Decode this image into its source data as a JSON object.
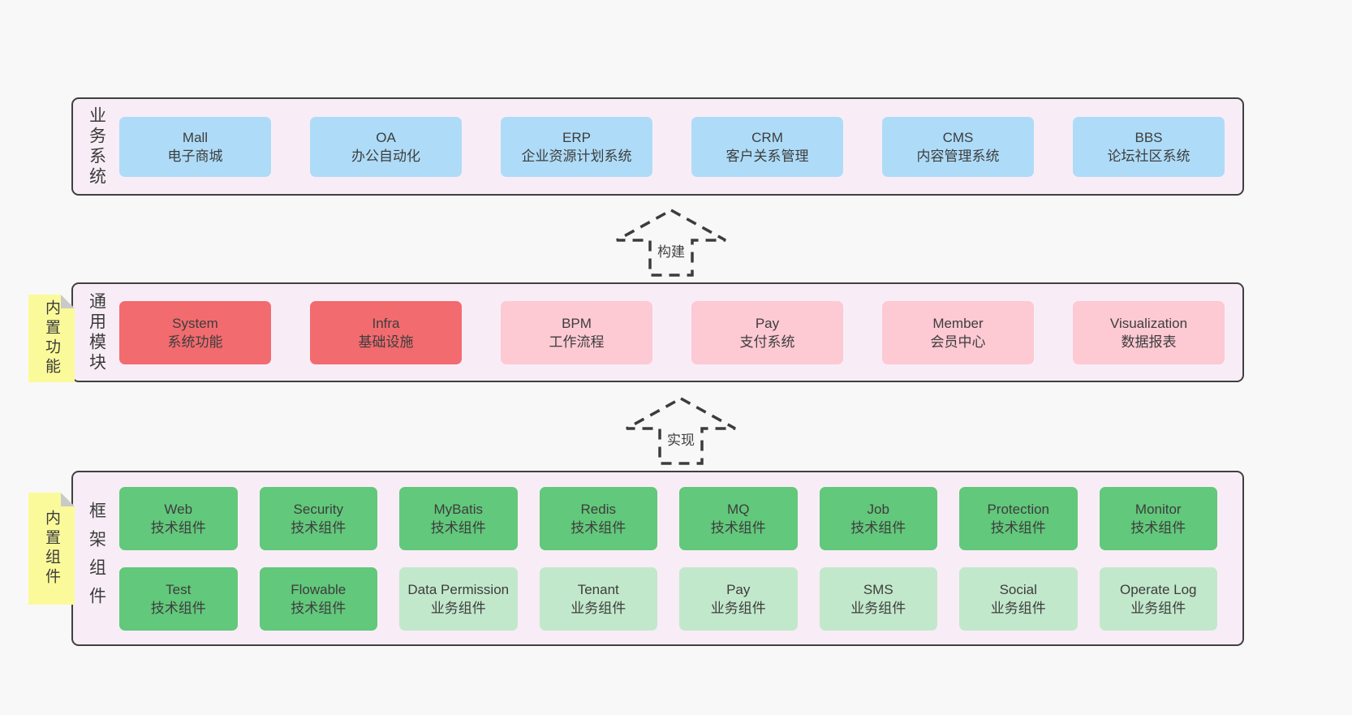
{
  "colors": {
    "page_bg": "#f8f8f8",
    "band_bg": "#f8edf6",
    "band_border": "#404040",
    "blue_box": "#aedcf8",
    "red_box": "#f26b6f",
    "pink_box": "#fdc9d3",
    "green_box": "#62c87b",
    "light_green_box": "#c2e8cb",
    "sticky_bg": "#fbfa9b",
    "sticky_fold": "#c9c9c9",
    "text": "#3d3d3d"
  },
  "bands": {
    "business": {
      "label": "业务系统",
      "boxes": [
        {
          "name": "Mall",
          "desc": "电子商城"
        },
        {
          "name": "OA",
          "desc": "办公自动化"
        },
        {
          "name": "ERP",
          "desc": "企业资源计划系统"
        },
        {
          "name": "CRM",
          "desc": "客户关系管理"
        },
        {
          "name": "CMS",
          "desc": "内容管理系统"
        },
        {
          "name": "BBS",
          "desc": "论坛社区系统"
        }
      ]
    },
    "modules": {
      "label": "通用模块",
      "sticky": "内置功能",
      "boxes": [
        {
          "name": "System",
          "desc": "系统功能"
        },
        {
          "name": "Infra",
          "desc": "基础设施"
        },
        {
          "name": "BPM",
          "desc": "工作流程"
        },
        {
          "name": "Pay",
          "desc": "支付系统"
        },
        {
          "name": "Member",
          "desc": "会员中心"
        },
        {
          "name": "Visualization",
          "desc": "数据报表"
        }
      ]
    },
    "components": {
      "label": "框架组件",
      "sticky": "内置组件",
      "row1": [
        {
          "name": "Web",
          "desc": "技术组件"
        },
        {
          "name": "Security",
          "desc": "技术组件"
        },
        {
          "name": "MyBatis",
          "desc": "技术组件"
        },
        {
          "name": "Redis",
          "desc": "技术组件"
        },
        {
          "name": "MQ",
          "desc": "技术组件"
        },
        {
          "name": "Job",
          "desc": "技术组件"
        },
        {
          "name": "Protection",
          "desc": "技术组件"
        },
        {
          "name": "Monitor",
          "desc": "技术组件"
        }
      ],
      "row2": [
        {
          "name": "Test",
          "desc": "技术组件"
        },
        {
          "name": "Flowable",
          "desc": "技术组件"
        },
        {
          "name": "Data Permission",
          "desc": "业务组件"
        },
        {
          "name": "Tenant",
          "desc": "业务组件"
        },
        {
          "name": "Pay",
          "desc": "业务组件"
        },
        {
          "name": "SMS",
          "desc": "业务组件"
        },
        {
          "name": "Social",
          "desc": "业务组件"
        },
        {
          "name": "Operate Log",
          "desc": "业务组件"
        }
      ]
    }
  },
  "arrows": {
    "build": {
      "label": "构建"
    },
    "implement": {
      "label": "实现"
    }
  }
}
